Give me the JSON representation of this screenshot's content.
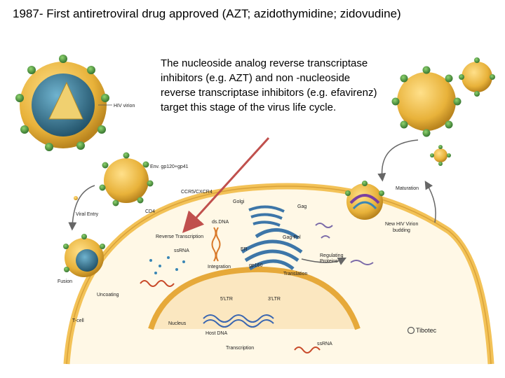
{
  "title": "1987- First antiretroviral drug approved (AZT; azidothymidine; zidovudine)",
  "callout": "The nucleoside analog reverse transcriptase inhibitors (e.g. AZT) and non -nucleoside reverse transcriptase inhibitors (e.g. efavirenz) target this stage of the virus life cycle.",
  "labels": {
    "hiv_virion": "HIV virion",
    "env": "Env. gp120+gp41",
    "ccr5": "CCR5/CXCR4",
    "cd4": "CD4",
    "viral_entry": "Viral Entry",
    "fusion": "Fusion",
    "uncoating": "Uncoating",
    "tcell": "T-cell",
    "reverse_transcription": "Reverse Transcription",
    "ssrna": "ssRNA",
    "dsdna": "ds.DNA",
    "golgi": "Golgi",
    "er": "ER",
    "integration": "Integration",
    "gp160": "gp160",
    "translation": "Translation",
    "ltr5": "5'LTR",
    "ltr3": "3'LTR",
    "nucleus": "Nucleus",
    "host_dna": "Host DNA",
    "transcription": "Transcription",
    "ssrna2": "ssRNA",
    "gag": "Gag",
    "gagpol": "Gag-Pol",
    "regulating": "Regulating",
    "proteins": "Proteins",
    "maturation": "Maturation",
    "new_hiv_1": "New HIV Virion",
    "new_hiv_2": "budding",
    "tibotec": "Tibotec"
  },
  "colors": {
    "virion_body": "#e8b23a",
    "spike": "#3f8a3a",
    "cell_membrane": "#f3c257",
    "arrow": "#c0504d",
    "core": "#2e6f8e"
  }
}
